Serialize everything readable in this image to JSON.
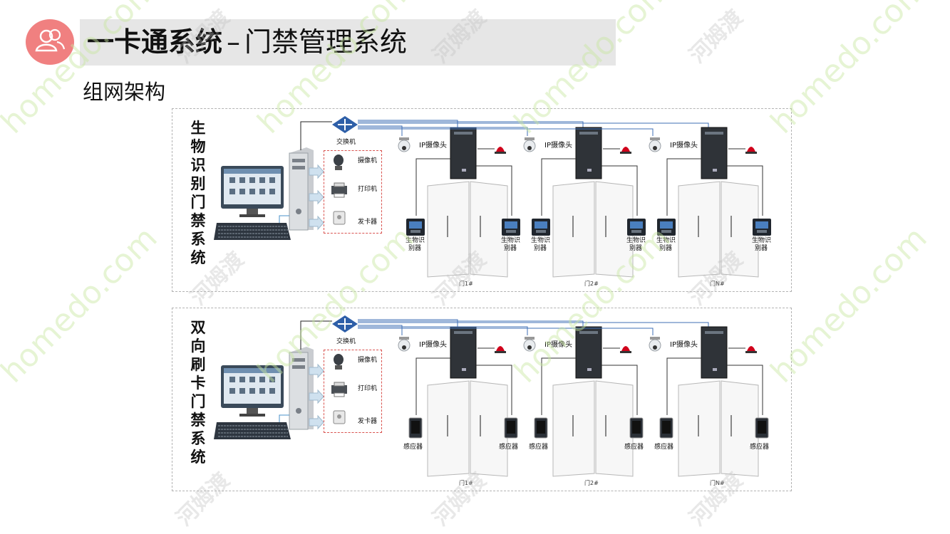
{
  "header": {
    "title_main": "一卡通系统",
    "title_sep": "–",
    "title_sub": "门禁管理系统",
    "subtitle": "组网架构",
    "icon": "users-icon"
  },
  "labels": {
    "switch": "交换机",
    "camera": "摄像机",
    "printer": "打印机",
    "card_issuer": "发卡器",
    "ip_camera": "IP摄像头",
    "biometric_line1": "生物识",
    "biometric_line2": "别器",
    "sensor": "感应器"
  },
  "panels": [
    {
      "label": "生物识别门禁系统",
      "doors": [
        "门1#",
        "门2#",
        "门N#"
      ]
    },
    {
      "label": "双向刷卡门禁系统",
      "doors": [
        "门1#",
        "门2#",
        "门N#"
      ]
    }
  ],
  "watermark": {
    "text_a": "homedo.com",
    "text_b": "河姆渡"
  },
  "colors": {
    "accent": "#f08080",
    "title_bar": "#e6e6e6",
    "network_line": "#3f6fb5",
    "switch": "#2e5fa8",
    "alarm": "#d0021b"
  }
}
